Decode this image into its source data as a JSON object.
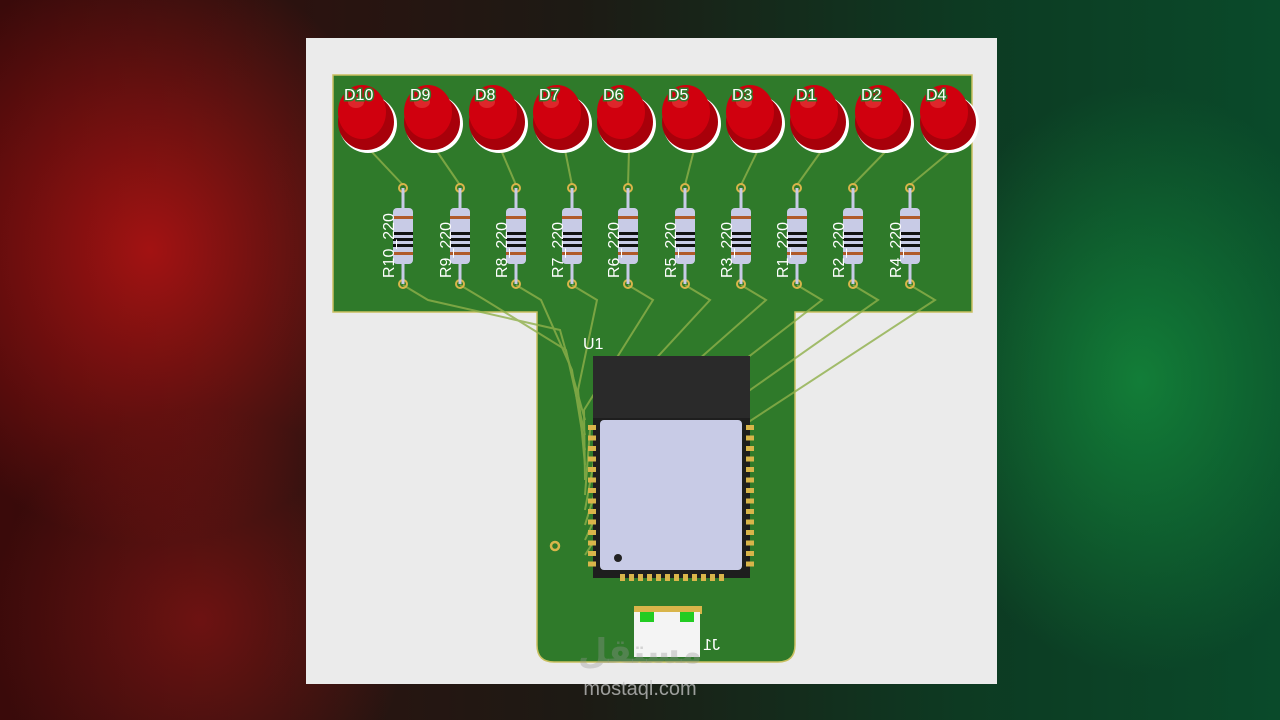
{
  "board": {
    "leds": [
      "D10",
      "D9",
      "D8",
      "D7",
      "D6",
      "D5",
      "D3",
      "D1",
      "D2",
      "D4"
    ],
    "resistors": [
      "R10_220",
      "R9_220",
      "R8_220",
      "R7_220",
      "R6_220",
      "R5_220",
      "R3_220",
      "R1_220",
      "R2_220",
      "R4_220"
    ],
    "module_label": "U1",
    "connector_label": "J1"
  },
  "watermark": {
    "text": "mostaql.com",
    "arabic": "مستقل"
  },
  "colors": {
    "pcb": "#2f7a2a",
    "trace": "#8fb04a",
    "led": "#c8000c",
    "pad": "#d9b54a"
  }
}
